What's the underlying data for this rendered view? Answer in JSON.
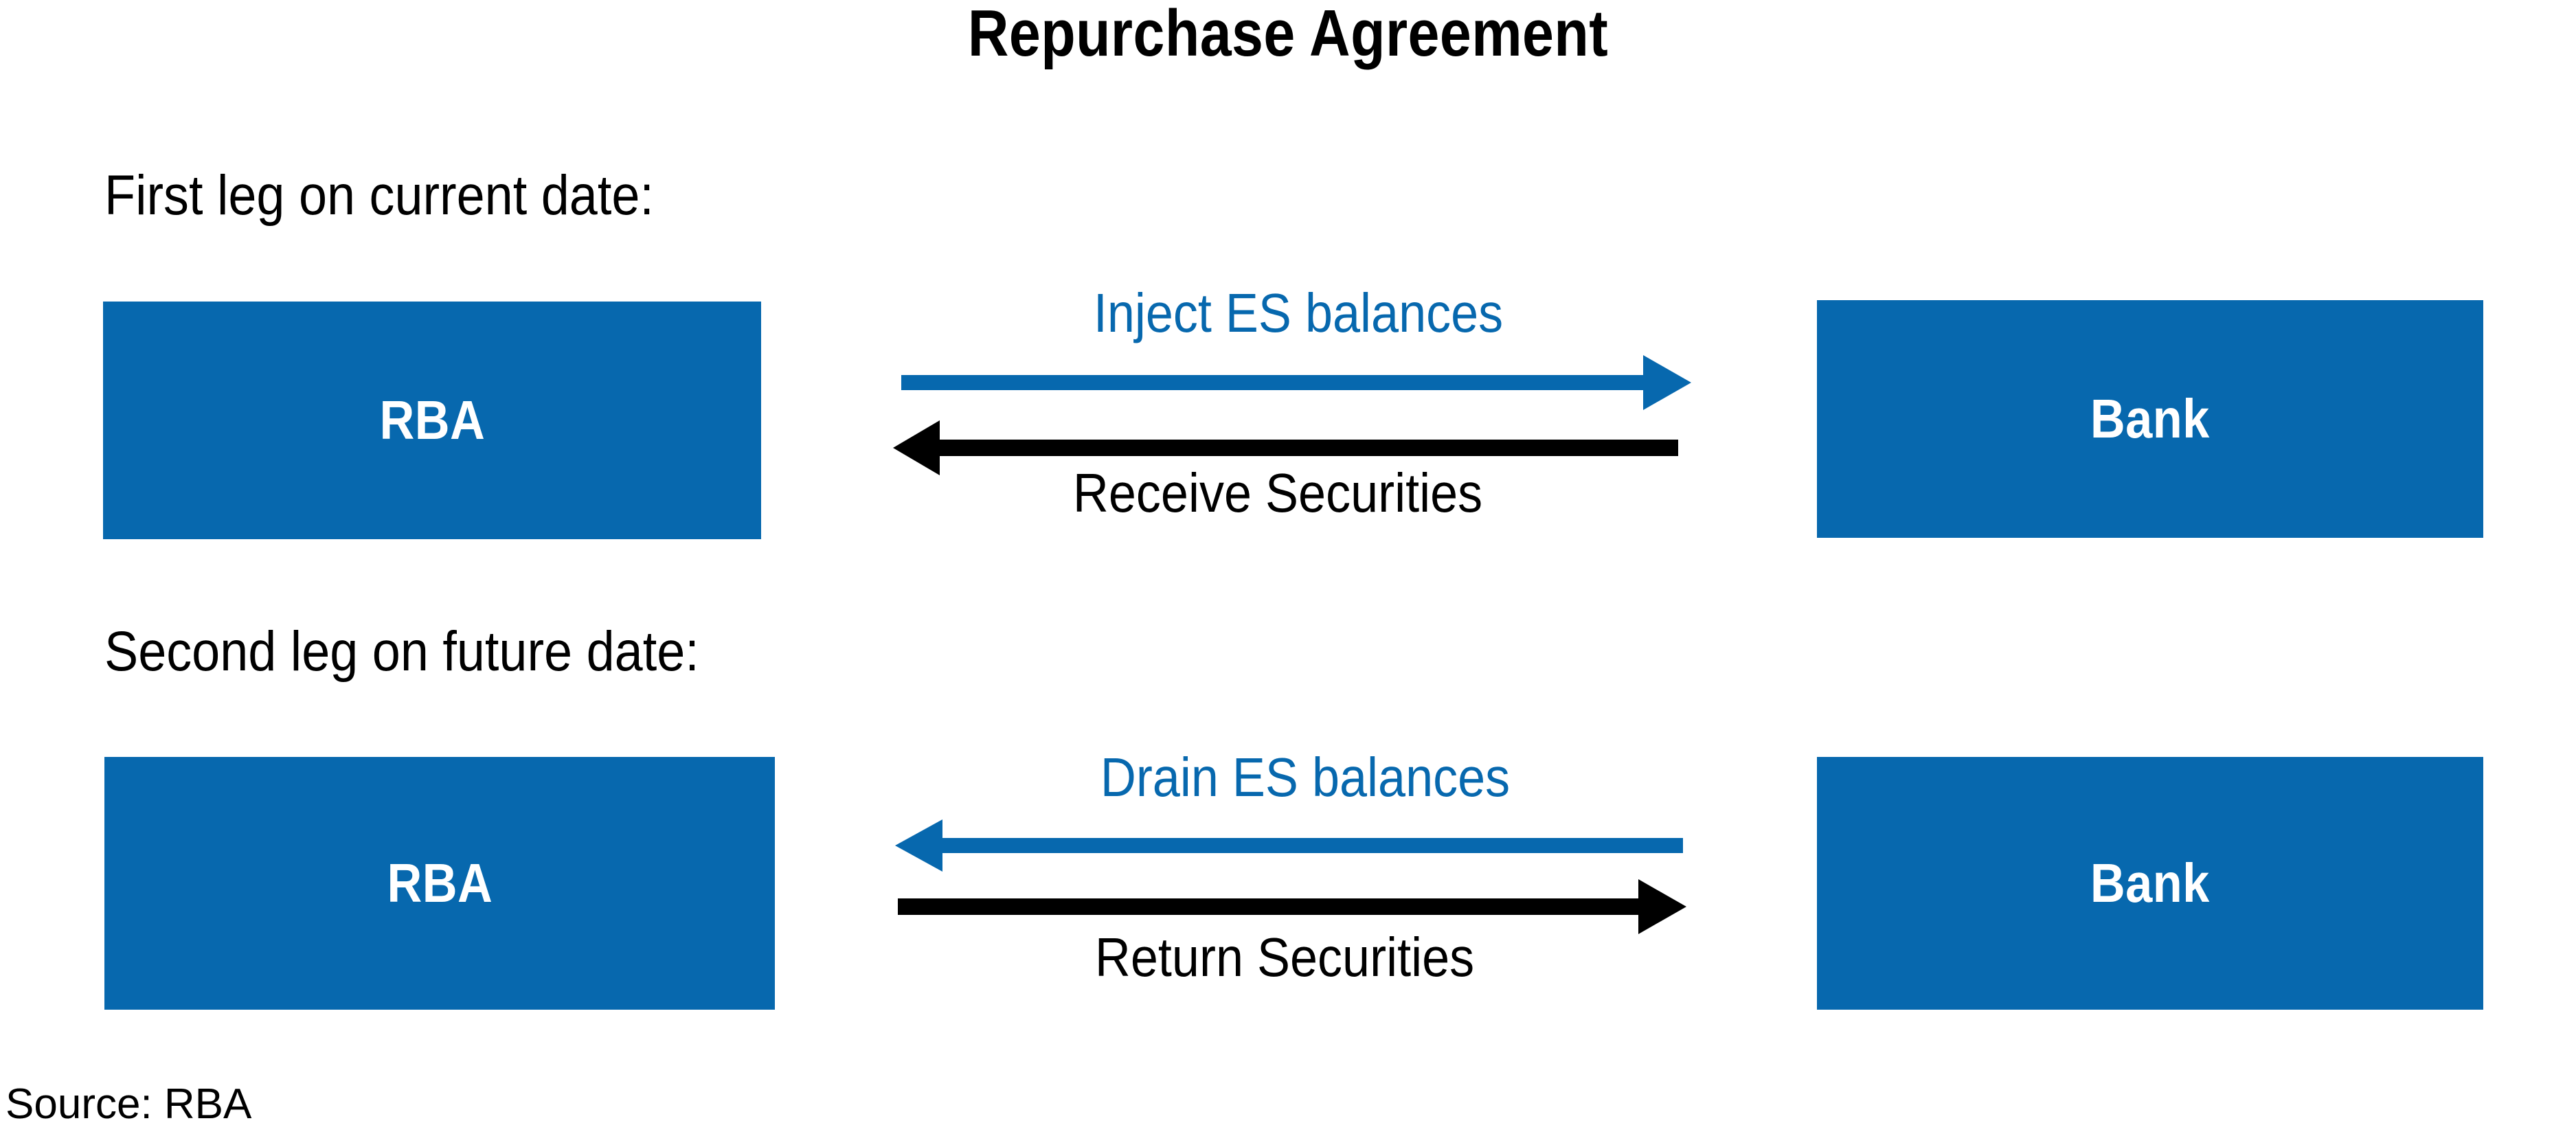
{
  "title": "Repurchase Agreement",
  "colors": {
    "brand_blue": "#0768ae",
    "arrow_black": "#000000",
    "background": "#ffffff",
    "box_text": "#ffffff"
  },
  "legs": [
    {
      "caption": "First leg on current date:",
      "left_entity": "RBA",
      "right_entity": "Bank",
      "flows": [
        {
          "label": "Inject ES balances",
          "direction": "right",
          "color": "#0768ae",
          "position": "above"
        },
        {
          "label": "Receive Securities",
          "direction": "left",
          "color": "#000000",
          "position": "below"
        }
      ]
    },
    {
      "caption": "Second leg on future date:",
      "left_entity": "RBA",
      "right_entity": "Bank",
      "flows": [
        {
          "label": "Drain ES balances",
          "direction": "left",
          "color": "#0768ae",
          "position": "above"
        },
        {
          "label": "Return Securities",
          "direction": "right",
          "color": "#000000",
          "position": "below"
        }
      ]
    }
  ],
  "source": "Source: RBA"
}
